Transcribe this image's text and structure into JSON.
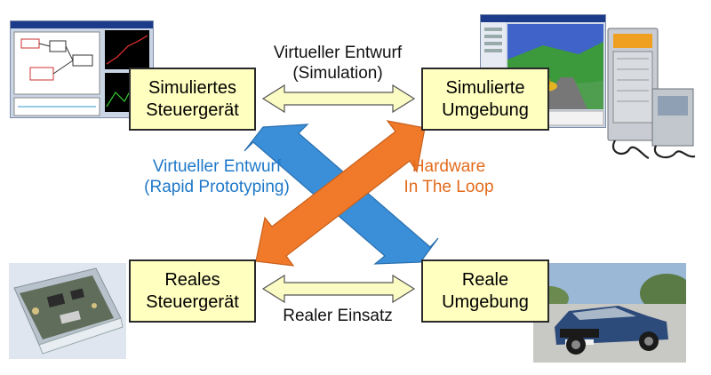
{
  "boxes": {
    "sim_ctrl": {
      "line1": "Simuliertes",
      "line2": "Steuergerät"
    },
    "sim_env": {
      "line1": "Simulierte",
      "line2": "Umgebung"
    },
    "real_ctrl": {
      "line1": "Reales",
      "line2": "Steuergerät"
    },
    "real_env": {
      "line1": "Reale",
      "line2": "Umgebung"
    }
  },
  "labels": {
    "virtual_sim": {
      "line1": "Virtueller Entwurf",
      "line2": "(Simulation)"
    },
    "rapid": {
      "line1": "Virtueller Entwurf",
      "line2": "(Rapid Prototyping)"
    },
    "hil": {
      "line1": "Hardware",
      "line2": "In The Loop"
    },
    "real": {
      "line1": "Realer Einsatz"
    }
  },
  "colors": {
    "box_fill": "#ffffc0",
    "blue_arrow": "#3a8fd8",
    "orange_arrow": "#f07a2a",
    "horizontal_arrow_fill": "#fbfbc4",
    "blue_text": "#1f78c8",
    "orange_text": "#e26b1c"
  },
  "images": {
    "sim_ctrl": "simulation-software-screenshot",
    "sim_env": "3d-vehicle-simulation-screenshot",
    "hil_rack": "hil-test-rack-photo",
    "real_ctrl": "ecu-circuit-board-photo",
    "real_env": "audi-car-photo"
  }
}
